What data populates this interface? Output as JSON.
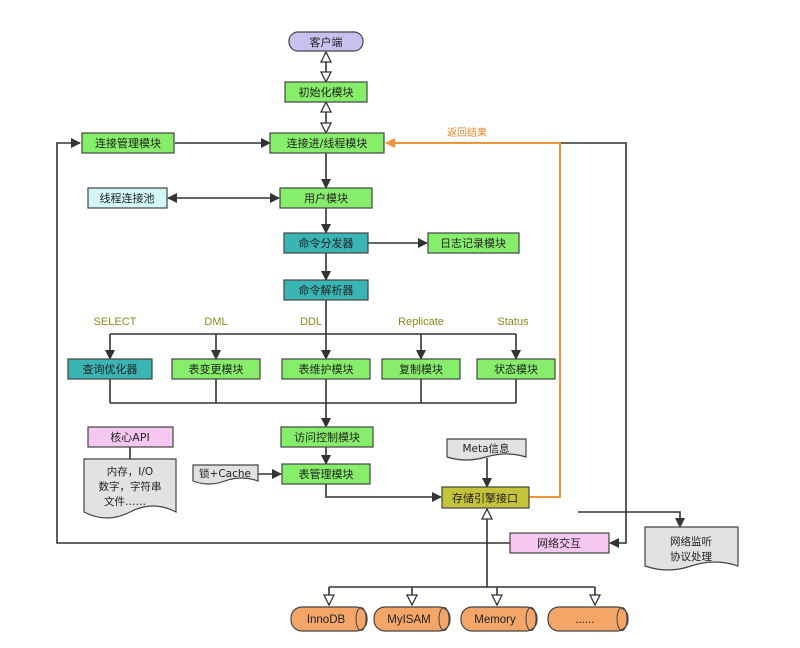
{
  "nodes": {
    "client": "客户端",
    "init": "初始化模块",
    "conn_thread": "连接进/线程模块",
    "conn_mgmt": "连接管理模块",
    "thread_pool": "线程连接池",
    "user": "用户模块",
    "dispatcher": "命令分发器",
    "log": "日志记录模块",
    "parser": "命令解析器",
    "optimizer": "查询优化器",
    "table_change": "表变更模块",
    "table_maint": "表维护模块",
    "replicate": "复制模块",
    "status": "状态模块",
    "access_ctrl": "访问控制模块",
    "table_mgmt": "表管理模块",
    "core_api": "核心API",
    "meta": "Meta信息",
    "lock_cache": "锁+Cache",
    "storage_if": "存储引擎接口",
    "network": "网络交互",
    "net_listen_l1": "网络监听",
    "net_listen_l2": "协议处理",
    "core_doc_l1": "内存，I/O",
    "core_doc_l2": "数字，字符串",
    "core_doc_l3": "文件……"
  },
  "branch_labels": {
    "select": "SELECT",
    "dml": "DML",
    "ddl": "DDL",
    "replicate": "Replicate",
    "status": "Status"
  },
  "return_label": "返回结果",
  "engines": [
    "InnoDB",
    "MyISAM",
    "Memory",
    "......"
  ],
  "colors": {
    "green": "#86ee6a",
    "teal": "#3ab5b5",
    "lavender": "#c7c3ee",
    "light_cyan": "#d3f6f8",
    "pink": "#f6c7f0",
    "olive": "#c4c43a",
    "gray_doc": "#e2e2e2",
    "orange_engine": "#f3a668",
    "orange_line": "#f0963a"
  }
}
